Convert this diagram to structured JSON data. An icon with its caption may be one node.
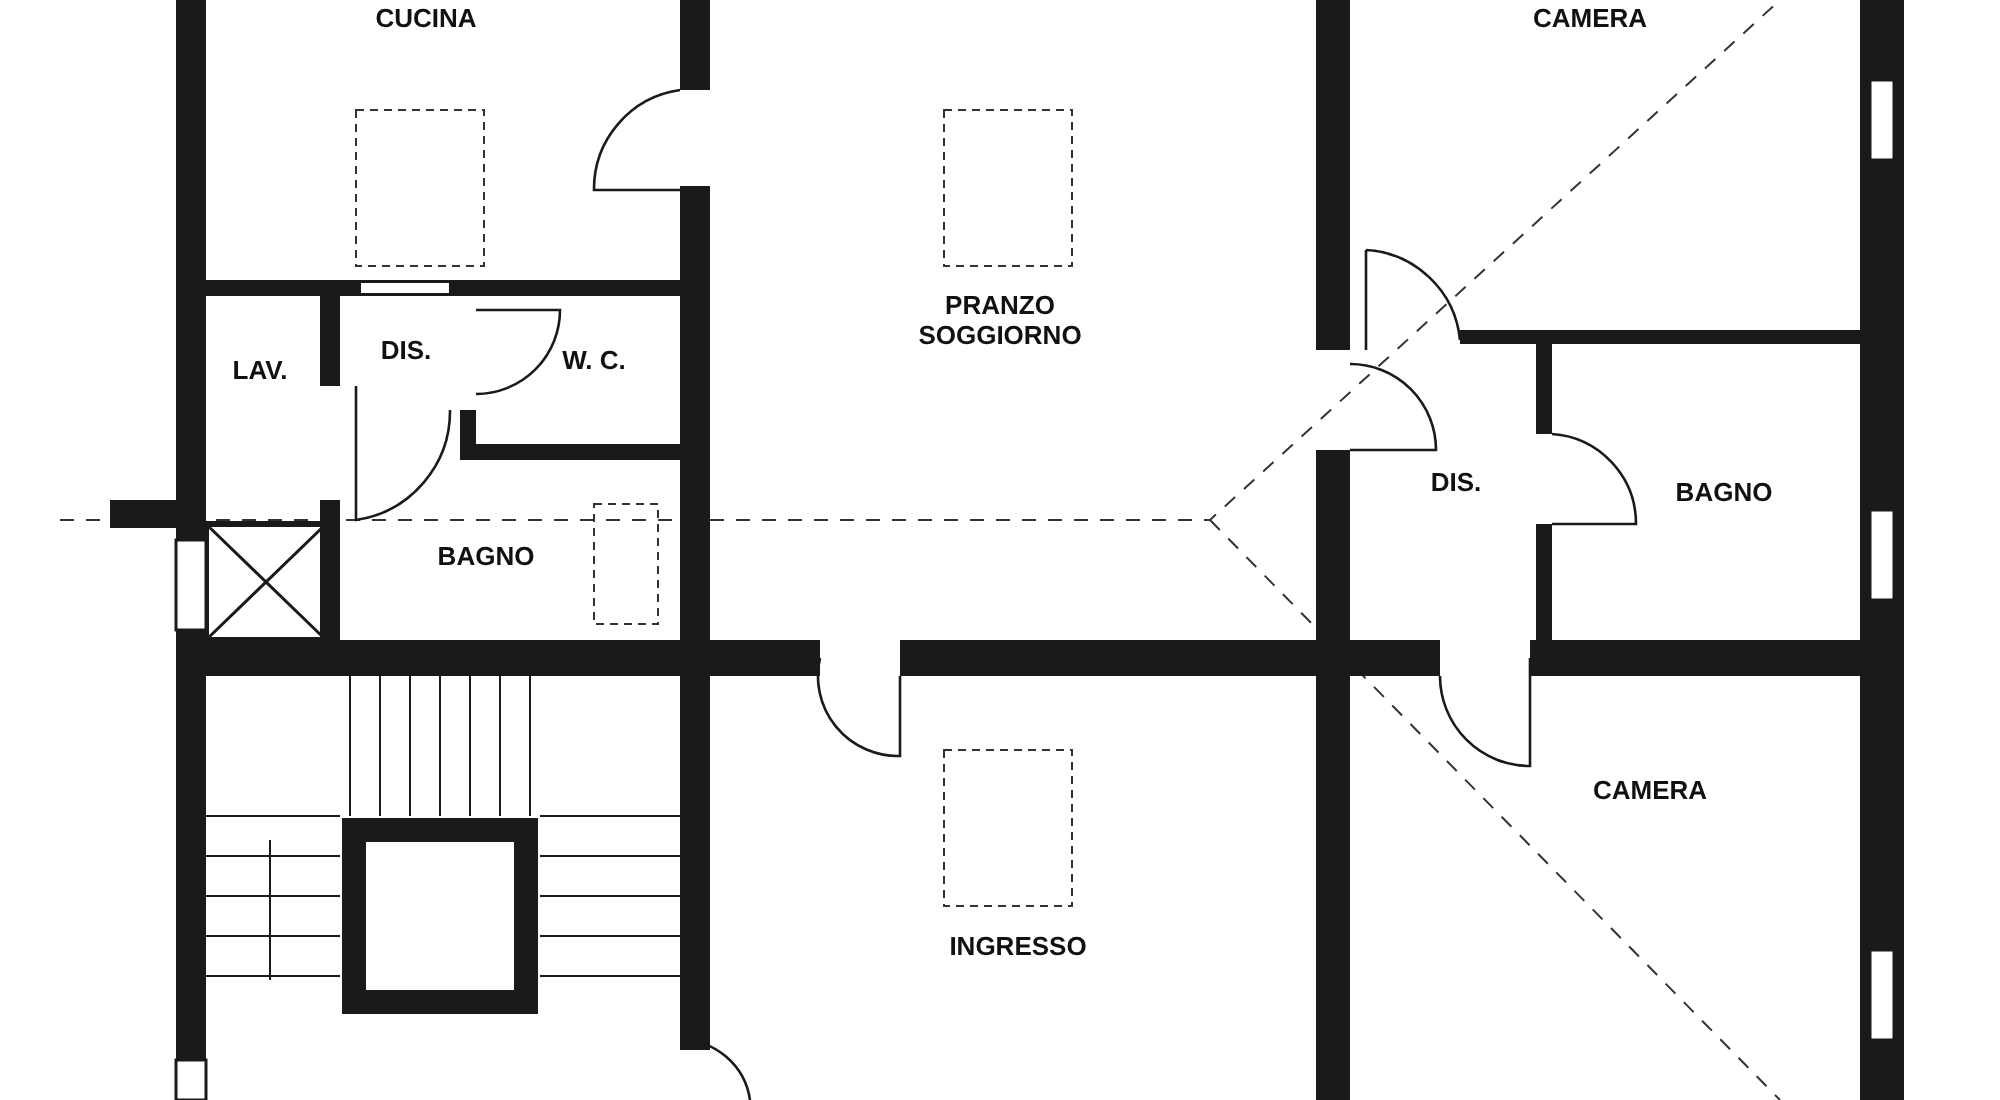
{
  "diagram": {
    "nodes": [
      {
        "text": [
          "CUCINA"
        ]
      },
      {
        "text": [
          "CAMERA"
        ]
      },
      {
        "text": [
          "PRANZO SOGGIORNO"
        ]
      },
      {
        "text": [
          "LAV."
        ]
      },
      {
        "text": [
          "DIS."
        ]
      },
      {
        "text": [
          "W. C."
        ]
      },
      {
        "text": [
          "DIS."
        ]
      },
      {
        "text": [
          "BAGNO"
        ]
      },
      {
        "text": [
          "BAGNO"
        ]
      },
      {
        "text": [
          "CAMERA"
        ]
      },
      {
        "text": [
          "INGRESSO"
        ]
      }
    ]
  }
}
